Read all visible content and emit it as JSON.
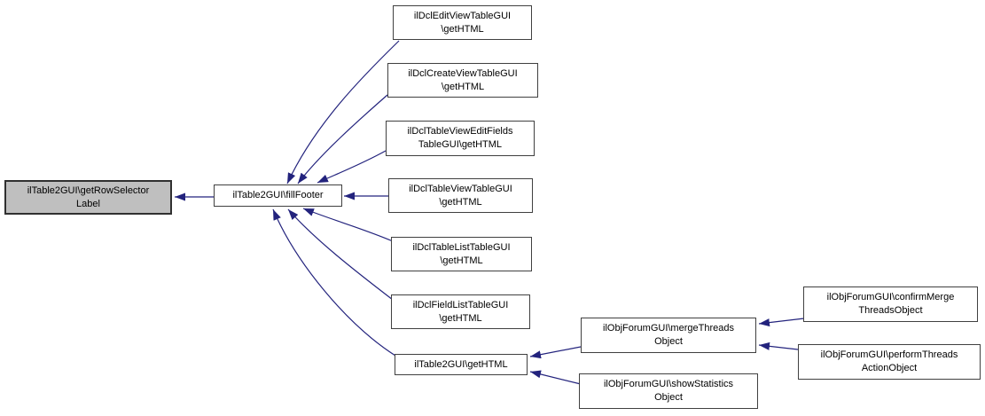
{
  "diagram": {
    "type": "call-graph",
    "colors": {
      "edge": "#23237d",
      "node_fill": "#ffffff",
      "node_border": "#404040",
      "highlight_fill": "#bfbfbf",
      "text": "#000000",
      "background": "#ffffff"
    },
    "nodes": [
      {
        "id": "iltable2gui-getrowselectorlabel",
        "label": "ilTable2GUI\\getRowSelector\nLabel",
        "highlighted": true
      },
      {
        "id": "iltable2gui-fillfooter",
        "label": "ilTable2GUI\\fillFooter",
        "highlighted": false
      },
      {
        "id": "ildcleditviewtablegui-gethtml",
        "label": "ilDclEditViewTableGUI\n\\getHTML",
        "highlighted": false
      },
      {
        "id": "ildclcreateviewtablegui-gethtml",
        "label": "ilDclCreateViewTableGUI\n\\getHTML",
        "highlighted": false
      },
      {
        "id": "ildcltablevieweditfieldstablegui-gethtml",
        "label": "ilDclTableViewEditFields\nTableGUI\\getHTML",
        "highlighted": false
      },
      {
        "id": "ildcltableviewtablegui-gethtml",
        "label": "ilDclTableViewTableGUI\n\\getHTML",
        "highlighted": false
      },
      {
        "id": "ildcltablelisttablegui-gethtml",
        "label": "ilDclTableListTableGUI\n\\getHTML",
        "highlighted": false
      },
      {
        "id": "ildclfieldlisttablegui-gethtml",
        "label": "ilDclFieldListTableGUI\n\\getHTML",
        "highlighted": false
      },
      {
        "id": "iltable2gui-gethtml",
        "label": "ilTable2GUI\\getHTML",
        "highlighted": false
      },
      {
        "id": "ilobjforumgui-mergethreadsobject",
        "label": "ilObjForumGUI\\mergeThreads\nObject",
        "highlighted": false
      },
      {
        "id": "ilobjforumgui-showstatisticsobject",
        "label": "ilObjForumGUI\\showStatistics\nObject",
        "highlighted": false
      },
      {
        "id": "ilobjforumgui-confirmmergethreadsobject",
        "label": "ilObjForumGUI\\confirmMerge\nThreadsObject",
        "highlighted": false
      },
      {
        "id": "ilobjforumgui-performthreadsactionobject",
        "label": "ilObjForumGUI\\performThreads\nActionObject",
        "highlighted": false
      }
    ],
    "edges": [
      {
        "from": "iltable2gui-fillfooter",
        "to": "iltable2gui-getrowselectorlabel"
      },
      {
        "from": "ildcleditviewtablegui-gethtml",
        "to": "iltable2gui-fillfooter"
      },
      {
        "from": "ildclcreateviewtablegui-gethtml",
        "to": "iltable2gui-fillfooter"
      },
      {
        "from": "ildcltablevieweditfieldstablegui-gethtml",
        "to": "iltable2gui-fillfooter"
      },
      {
        "from": "ildcltableviewtablegui-gethtml",
        "to": "iltable2gui-fillfooter"
      },
      {
        "from": "ildcltablelisttablegui-gethtml",
        "to": "iltable2gui-fillfooter"
      },
      {
        "from": "ildclfieldlisttablegui-gethtml",
        "to": "iltable2gui-fillfooter"
      },
      {
        "from": "iltable2gui-gethtml",
        "to": "iltable2gui-fillfooter"
      },
      {
        "from": "ilobjforumgui-mergethreadsobject",
        "to": "iltable2gui-gethtml"
      },
      {
        "from": "ilobjforumgui-showstatisticsobject",
        "to": "iltable2gui-gethtml"
      },
      {
        "from": "ilobjforumgui-confirmmergethreadsobject",
        "to": "ilobjforumgui-mergethreadsobject"
      },
      {
        "from": "ilobjforumgui-performthreadsactionobject",
        "to": "ilobjforumgui-mergethreadsobject"
      }
    ]
  }
}
